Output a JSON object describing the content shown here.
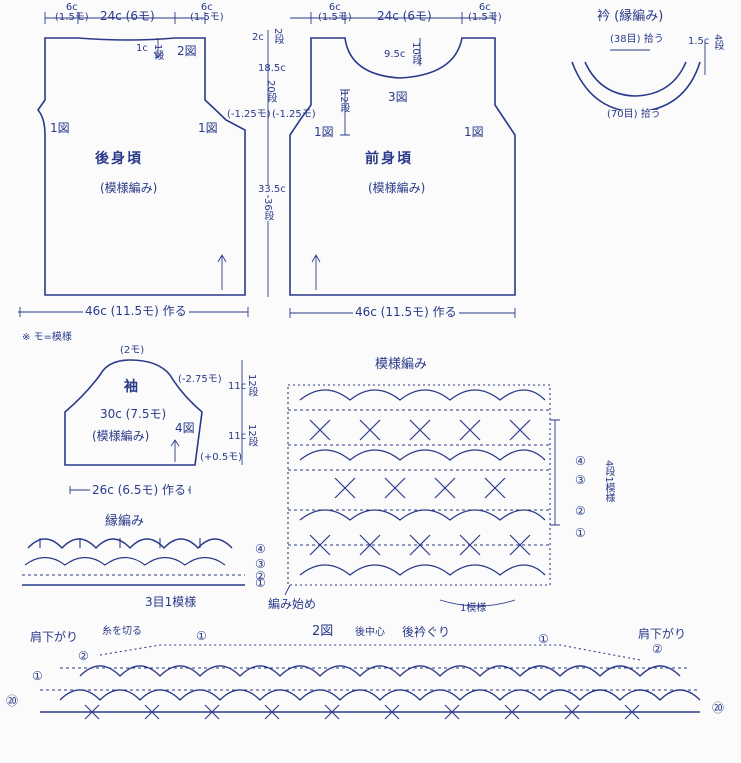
{
  "colors": {
    "ink": "#2a3a8a",
    "paper": "#fbfbfb"
  },
  "back": {
    "shoulder_left": "6c",
    "shoulder_left_sub": "(1.5モ)",
    "neck": "24c (6モ)",
    "shoulder_right": "6c",
    "shoulder_right_sub": "(1.5モ)",
    "neck_depth": "1c",
    "neck_depth_rows": "1段",
    "ref_top": "2図",
    "ref_left": "1図",
    "ref_right": "1図",
    "name": "後身頃",
    "pattern": "(模様編み)",
    "bottom": "46c (11.5モ) 作る"
  },
  "middle": {
    "top": "2c",
    "top_rows": "2段",
    "armhole": "18.5c",
    "armhole_rows": "20段",
    "body": "33.5c",
    "body_rows": "36段",
    "dec_left": "(-1.25モ)",
    "dec_right": "(-1.25モ)"
  },
  "front": {
    "shoulder_left": "6c",
    "shoulder_left_sub": "(1.5モ)",
    "neck": "24c (6モ)",
    "shoulder_right": "6c",
    "shoulder_right_sub": "(1.5モ)",
    "neck_depth": "9.5c",
    "neck_depth_rows": "10段",
    "neck_rows2": "12段",
    "ref_neck": "3図",
    "ref_left": "1図",
    "ref_right": "1図",
    "name": "前身頃",
    "pattern": "(模様編み)",
    "bottom": "46c (11.5モ) 作る"
  },
  "collar": {
    "title": "衿 (縁編み)",
    "inner": "(38目) 拾う",
    "depth": "1.5c",
    "depth_rows": "4段",
    "outer": "(70目) 拾う"
  },
  "note": "※ モ=模様",
  "sleeve": {
    "top": "(2モ)",
    "name": "袖",
    "width": "30c (7.5モ)",
    "pattern": "(模様編み)",
    "ref": "4図",
    "cap_dec": "(-2.75モ)",
    "inc": "(+0.5モ)",
    "cap": "11c",
    "cap_rows": "12段",
    "lower": "11c",
    "lower_rows": "12段",
    "bottom": "26c (6.5モ) 作る"
  },
  "pattern_chart": {
    "title": "模様編み",
    "rows": [
      "④",
      "③",
      "②",
      "①"
    ],
    "repeat_rows": "4段1模様",
    "start": "編み始め",
    "repeat": "1模様"
  },
  "edge": {
    "title": "縁編み",
    "rows": [
      "④",
      "③",
      "②",
      "①"
    ],
    "repeat": "3目1模様"
  },
  "fig2": {
    "title": "2図",
    "center": "後中心",
    "neck": "後衿ぐり",
    "left_label": "肩下がり",
    "right_label": "肩下がり",
    "cut": "糸を切る",
    "row1": "①",
    "row2": "②",
    "row20": "⑳"
  }
}
